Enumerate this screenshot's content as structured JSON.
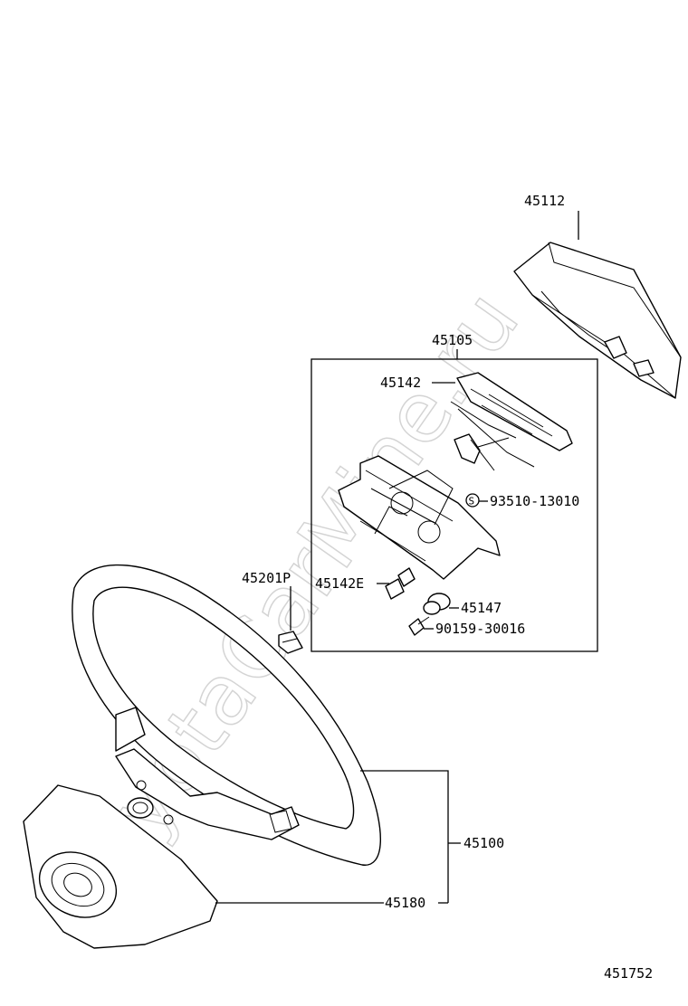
{
  "watermark": "ToyotaCarMine.ru",
  "diagram_code": "451752",
  "labels": {
    "p45112": "45112",
    "p45105": "45105",
    "p45142": "45142",
    "p93510": "93510-13010",
    "p45201p": "45201P",
    "p45142e": "45142E",
    "p45147": "45147",
    "p90159": "90159-30016",
    "p45100": "45100",
    "p45180": "45180"
  },
  "symbols": {
    "s_mark": "S"
  }
}
